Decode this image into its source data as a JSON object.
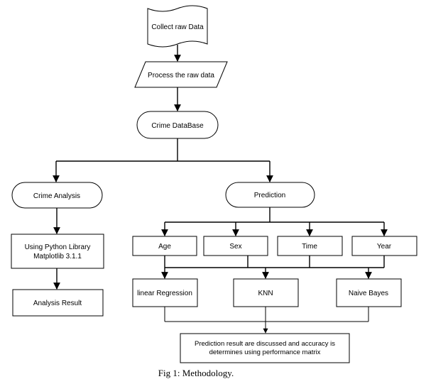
{
  "nodes": {
    "collect": "Collect raw Data",
    "process": "Process the raw data",
    "database": "Crime DataBase",
    "analysis": "Crime Analysis",
    "prediction": "Prediction",
    "library_line1": "Using Python Library",
    "library_line2": "Matplotlib 3.1.1",
    "analysis_result": "Analysis Result",
    "age": "Age",
    "sex": "Sex",
    "time": "Time",
    "year": "Year",
    "linear_regression": "linear Regression",
    "knn": "KNN",
    "naive_bayes": "Naive Bayes",
    "result_line1": "Prediction result are discussed and accuracy is",
    "result_line2": "determines using performance matrix"
  },
  "caption": "Fig 1: Methodology."
}
